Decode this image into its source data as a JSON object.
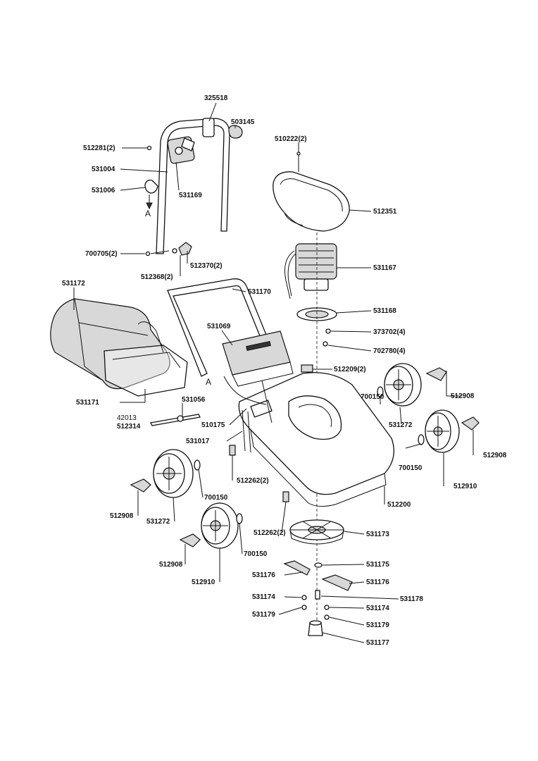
{
  "diagram": {
    "labels": {
      "p325518": "325518",
      "p503145": "503145",
      "p512281": "512281(2)",
      "p531004": "531004",
      "p531006": "531006",
      "pA1": "A",
      "p531169": "531169",
      "p510222": "510222(2)",
      "p512351": "512351",
      "p700705": "700705(2)",
      "p512370": "512370(2)",
      "p512368": "512368(2)",
      "p531167": "531167",
      "p531172": "531172",
      "p531170": "531170",
      "p531168": "531168",
      "p373702": "373702(4)",
      "p531069": "531069",
      "p702780": "702780(4)",
      "p512209": "512209(2)",
      "p512908a": "512908",
      "pA2": "A",
      "p531171": "531171",
      "p531056": "531056",
      "p700150a": "700150",
      "p42013": "42013",
      "p512314": "512314",
      "p510175": "510175",
      "p531272a": "531272",
      "p531017": "531017",
      "p512908b": "512908",
      "p700150b": "700150",
      "p512262a": "512262(2)",
      "p512910a": "512910",
      "p700150c": "700150",
      "p512908c": "512908",
      "p531272b": "531272",
      "p512200": "512200",
      "p512262b": "512262(2)",
      "p531173": "531173",
      "p700150d": "700150",
      "p512908d": "512908",
      "p531175": "531175",
      "p512910b": "512910",
      "p531176a": "531176",
      "p531176b": "531176",
      "p531174a": "531174",
      "p531178": "531178",
      "p531174b": "531174",
      "p531179a": "531179",
      "p531179b": "531179",
      "p531177": "531177"
    }
  }
}
